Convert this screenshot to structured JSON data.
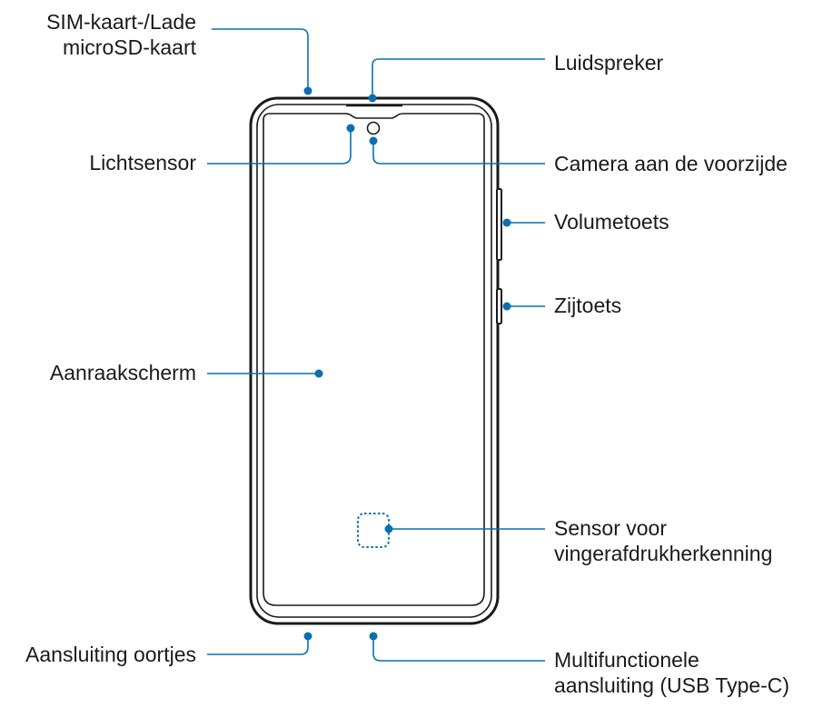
{
  "diagram": {
    "accent_color": "#0a6fb0",
    "labels": {
      "sim_tray_line1": "SIM-kaart-/Lade",
      "sim_tray_line2": "microSD-kaart",
      "speaker": "Luidspreker",
      "light_sensor": "Lichtsensor",
      "front_camera": "Camera aan de voorzijde",
      "volume_key": "Volumetoets",
      "side_key": "Zijtoets",
      "touchscreen": "Aanraakscherm",
      "fingerprint_line1": "Sensor voor",
      "fingerprint_line2": "vingerafdrukherkenning",
      "earphone_jack": "Aansluiting oortjes",
      "multipurpose_line1": "Multifunctionele",
      "multipurpose_line2": "aansluiting (USB Type-C)"
    }
  }
}
